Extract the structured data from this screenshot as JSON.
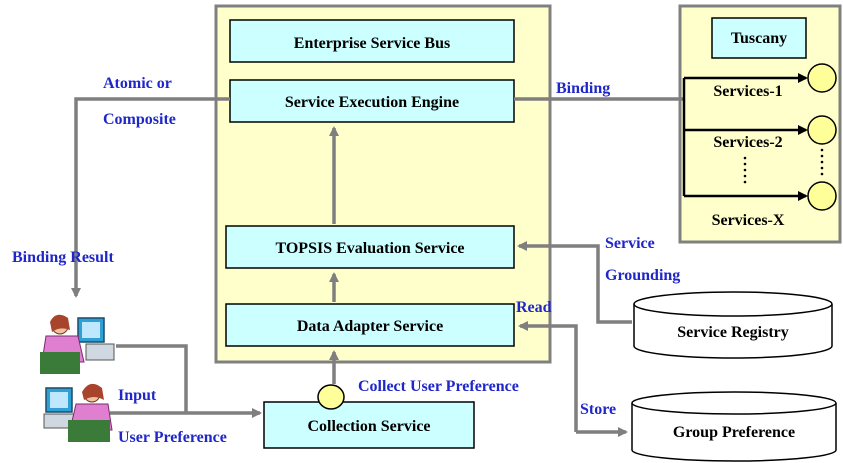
{
  "diagram": {
    "boxes": {
      "esb": "Enterprise Service Bus",
      "see": "Service Execution Engine",
      "topsis": "TOPSIS Evaluation Service",
      "adapter": "Data Adapter Service",
      "collection": "Collection Service",
      "tuscany": "Tuscany"
    },
    "services": [
      "Services-1",
      "Services-2",
      "Services-X"
    ],
    "databases": {
      "registry": "Service Registry",
      "group": "Group Preference"
    },
    "labels": {
      "atomic": "Atomic or",
      "composite": "Composite",
      "binding": "Binding",
      "binding_result": "Binding Result",
      "service": "Service",
      "grounding": "Grounding",
      "read": "Read",
      "store": "Store",
      "collect": "Collect User Preference",
      "input": "Input",
      "user_pref": "User Preference"
    }
  },
  "colors": {
    "panel": "#ffffcc",
    "box": "#ccffff",
    "circle": "#ffff99",
    "arrow": "#7f7f7f",
    "label": "#1f27c9"
  }
}
